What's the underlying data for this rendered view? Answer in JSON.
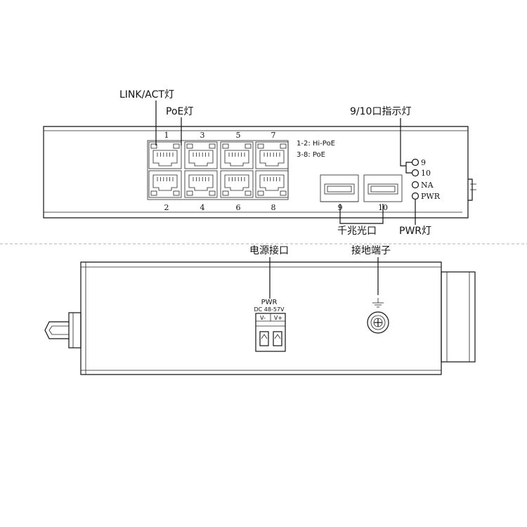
{
  "front_panel": {
    "port_numbers_top": [
      "1",
      "3",
      "5",
      "7"
    ],
    "port_numbers_bottom": [
      "2",
      "4",
      "6",
      "8"
    ],
    "poe_note_1": "1-2: Hi-PoE",
    "poe_note_2": "3-8: PoE",
    "sfp_numbers": [
      "9",
      "10"
    ],
    "indicator_labels": [
      "9",
      "10",
      "NA",
      "PWR"
    ]
  },
  "callouts": {
    "link_act": "LINK/ACT灯",
    "poe": "PoE灯",
    "port_9_10": "9/10口指示灯",
    "gigabit_optical": "千兆光口",
    "pwr_led": "PWR灯",
    "power_connector": "电源接口",
    "ground_terminal": "接地端子"
  },
  "side_panel": {
    "pwr_label": "PWR",
    "voltage_label": "DC 48-57V",
    "terminal_minus": "V-",
    "terminal_plus": "V+"
  }
}
